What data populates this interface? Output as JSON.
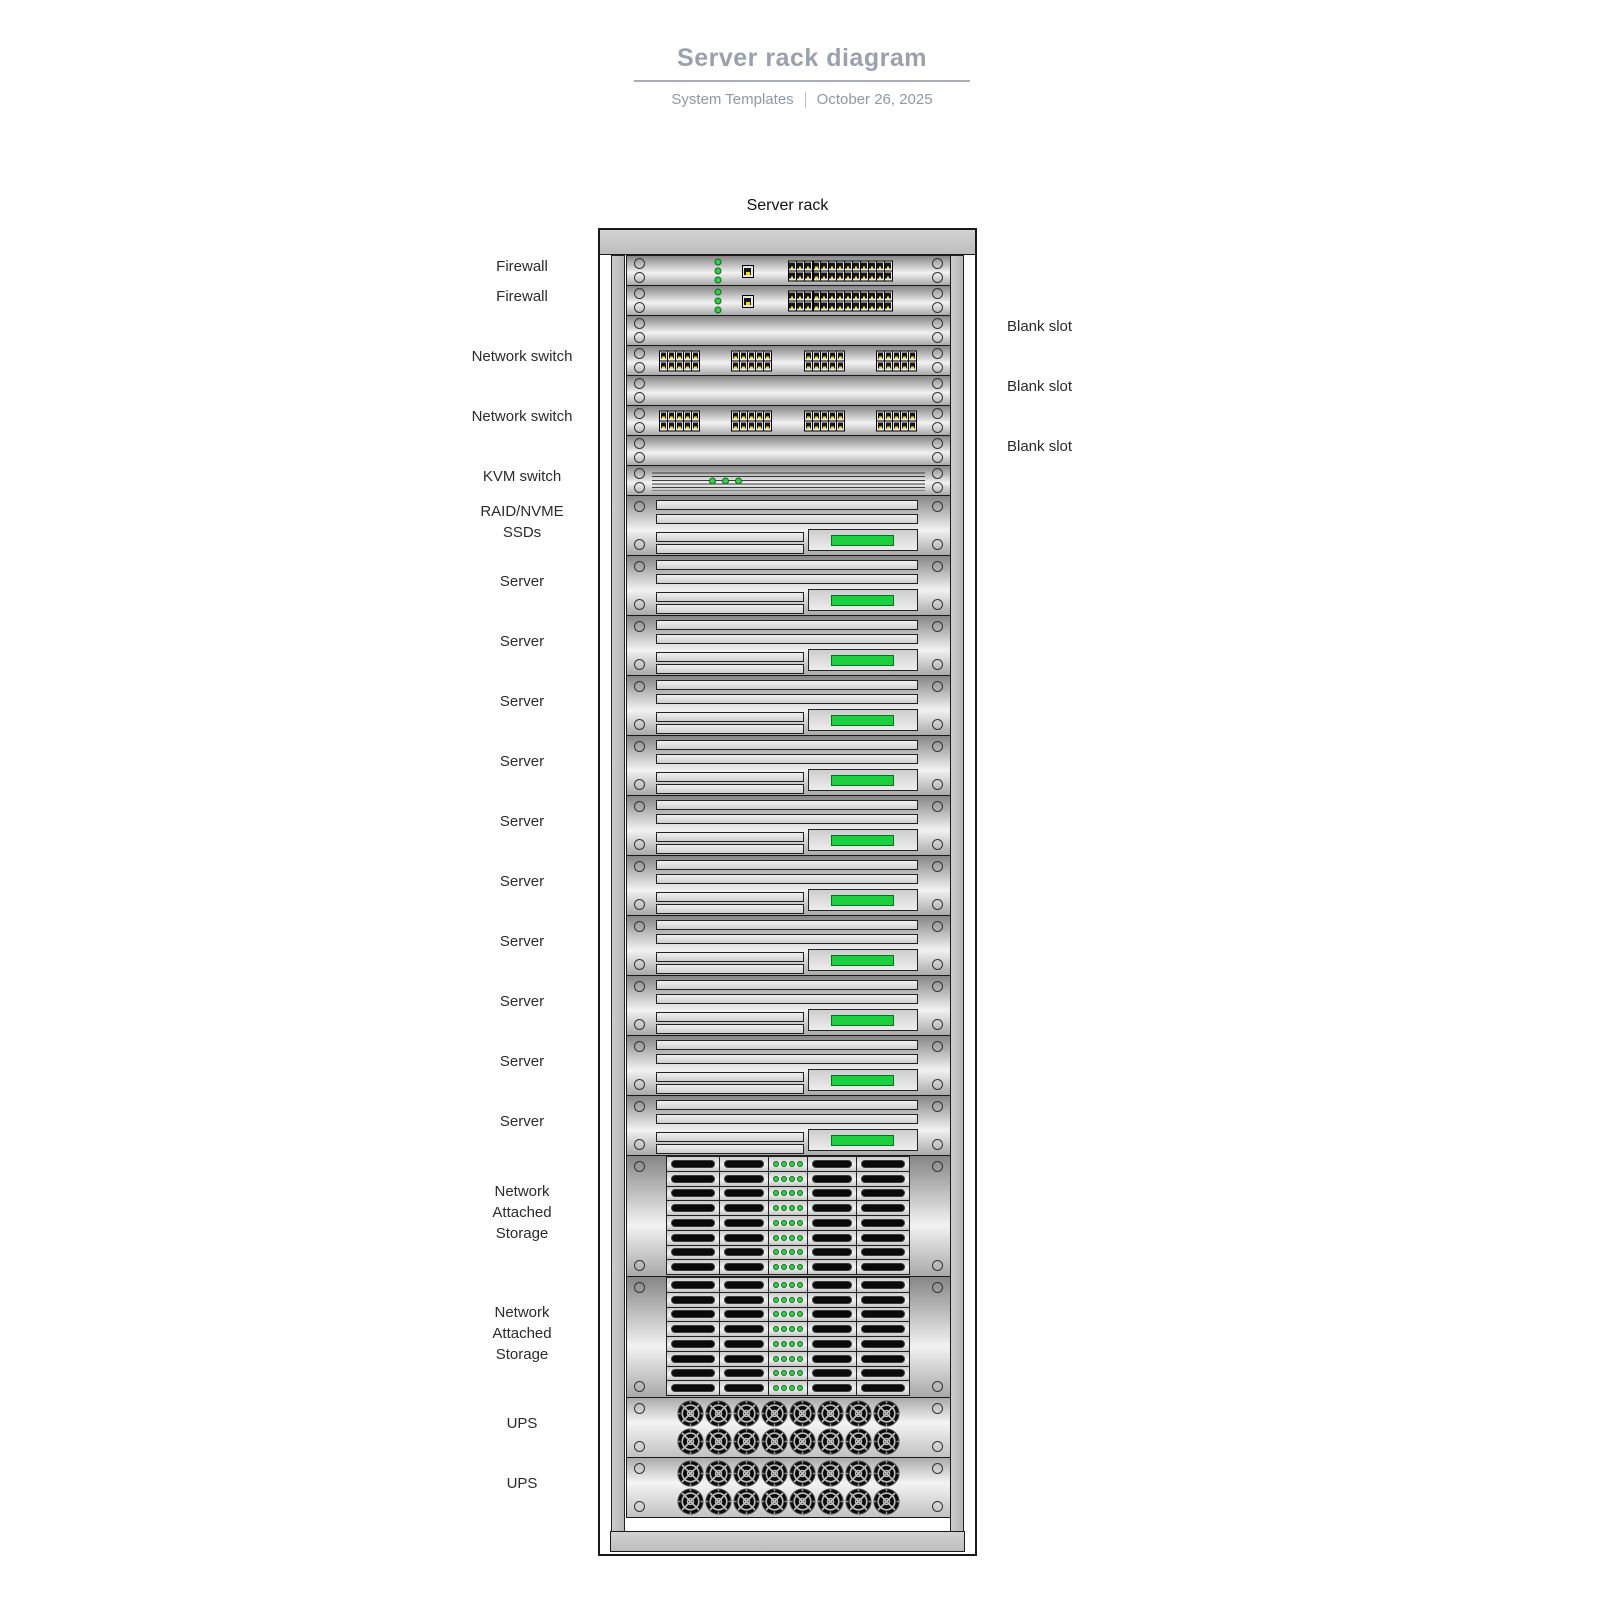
{
  "header": {
    "title": "Server rack diagram",
    "subtitle_left": "System Templates",
    "subtitle_right": "October 26, 2025"
  },
  "rack": {
    "title": "Server rack",
    "units": [
      {
        "type": "firewall",
        "u": 1,
        "label": "Firewall",
        "label_side": "left"
      },
      {
        "type": "firewall",
        "u": 1,
        "label": "Firewall",
        "label_side": "left"
      },
      {
        "type": "blank",
        "u": 1,
        "label": "Blank slot",
        "label_side": "right"
      },
      {
        "type": "switch",
        "u": 1,
        "label": "Network switch",
        "label_side": "left"
      },
      {
        "type": "blank",
        "u": 1,
        "label": "Blank slot",
        "label_side": "right"
      },
      {
        "type": "switch",
        "u": 1,
        "label": "Network switch",
        "label_side": "left"
      },
      {
        "type": "blank",
        "u": 1,
        "label": "Blank slot",
        "label_side": "right"
      },
      {
        "type": "kvm",
        "u": 1,
        "label": "KVM switch",
        "label_side": "left"
      },
      {
        "type": "server",
        "u": 2,
        "label": "RAID/NVME\nSSDs",
        "label_side": "left"
      },
      {
        "type": "server",
        "u": 2,
        "label": "Server",
        "label_side": "left"
      },
      {
        "type": "server",
        "u": 2,
        "label": "Server",
        "label_side": "left"
      },
      {
        "type": "server",
        "u": 2,
        "label": "Server",
        "label_side": "left"
      },
      {
        "type": "server",
        "u": 2,
        "label": "Server",
        "label_side": "left"
      },
      {
        "type": "server",
        "u": 2,
        "label": "Server",
        "label_side": "left"
      },
      {
        "type": "server",
        "u": 2,
        "label": "Server",
        "label_side": "left"
      },
      {
        "type": "server",
        "u": 2,
        "label": "Server",
        "label_side": "left"
      },
      {
        "type": "server",
        "u": 2,
        "label": "Server",
        "label_side": "left"
      },
      {
        "type": "server",
        "u": 2,
        "label": "Server",
        "label_side": "left"
      },
      {
        "type": "server",
        "u": 2,
        "label": "Server",
        "label_side": "left"
      },
      {
        "type": "nas",
        "u": 4,
        "label": "Network\nAttached\nStorage",
        "label_side": "left"
      },
      {
        "type": "nas",
        "u": 4,
        "label": "Network\nAttached\nStorage",
        "label_side": "left"
      },
      {
        "type": "ups",
        "u": 2,
        "label": "UPS",
        "label_side": "left"
      },
      {
        "type": "ups",
        "u": 2,
        "label": "UPS",
        "label_side": "left"
      }
    ],
    "unit_styles": {
      "firewall": {
        "status_leds": 3,
        "single_port": true,
        "port_cols": 13,
        "port_rows": 2,
        "heavy_divider_after_col": 3
      },
      "switch": {
        "port_groups": 4,
        "group_cols": 5,
        "group_rows": 2
      },
      "kvm": {
        "vent_lines": 7,
        "status_leds": 3
      },
      "server": {
        "wide_bays": 2,
        "half_bays": 2,
        "activity_bar": true
      },
      "nas": {
        "rows": 8,
        "drive_cols": 4,
        "leds_per_row": 4
      },
      "ups": {
        "fan_rows": 2,
        "fans_per_row": 8
      },
      "blank": {}
    },
    "colors": {
      "led_green": "#2ed24a",
      "activity_green": "#1bd23e",
      "port_yellow": "#ffdf00",
      "drive_black": "#0a0a0a",
      "frame_gray": "#c2c2c2"
    }
  }
}
